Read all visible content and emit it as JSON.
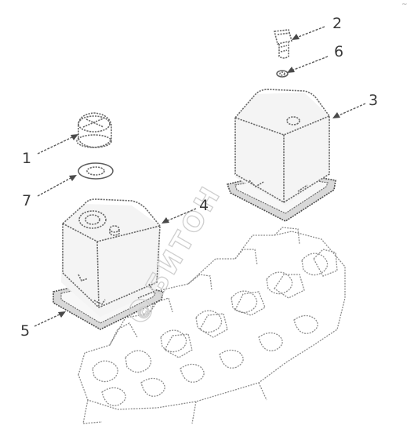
{
  "callouts": {
    "c1": "1",
    "c2": "2",
    "c3": "3",
    "c4": "4",
    "c5": "5",
    "c6": "6",
    "c7": "7"
  },
  "watermark": {
    "text": "БИТОН",
    "logo_symbol": "©"
  },
  "corner_mark": "~",
  "colors": {
    "line": "#5e5e5e",
    "watermark": "#cfcfcf",
    "gasket": "#d9d9d9"
  }
}
